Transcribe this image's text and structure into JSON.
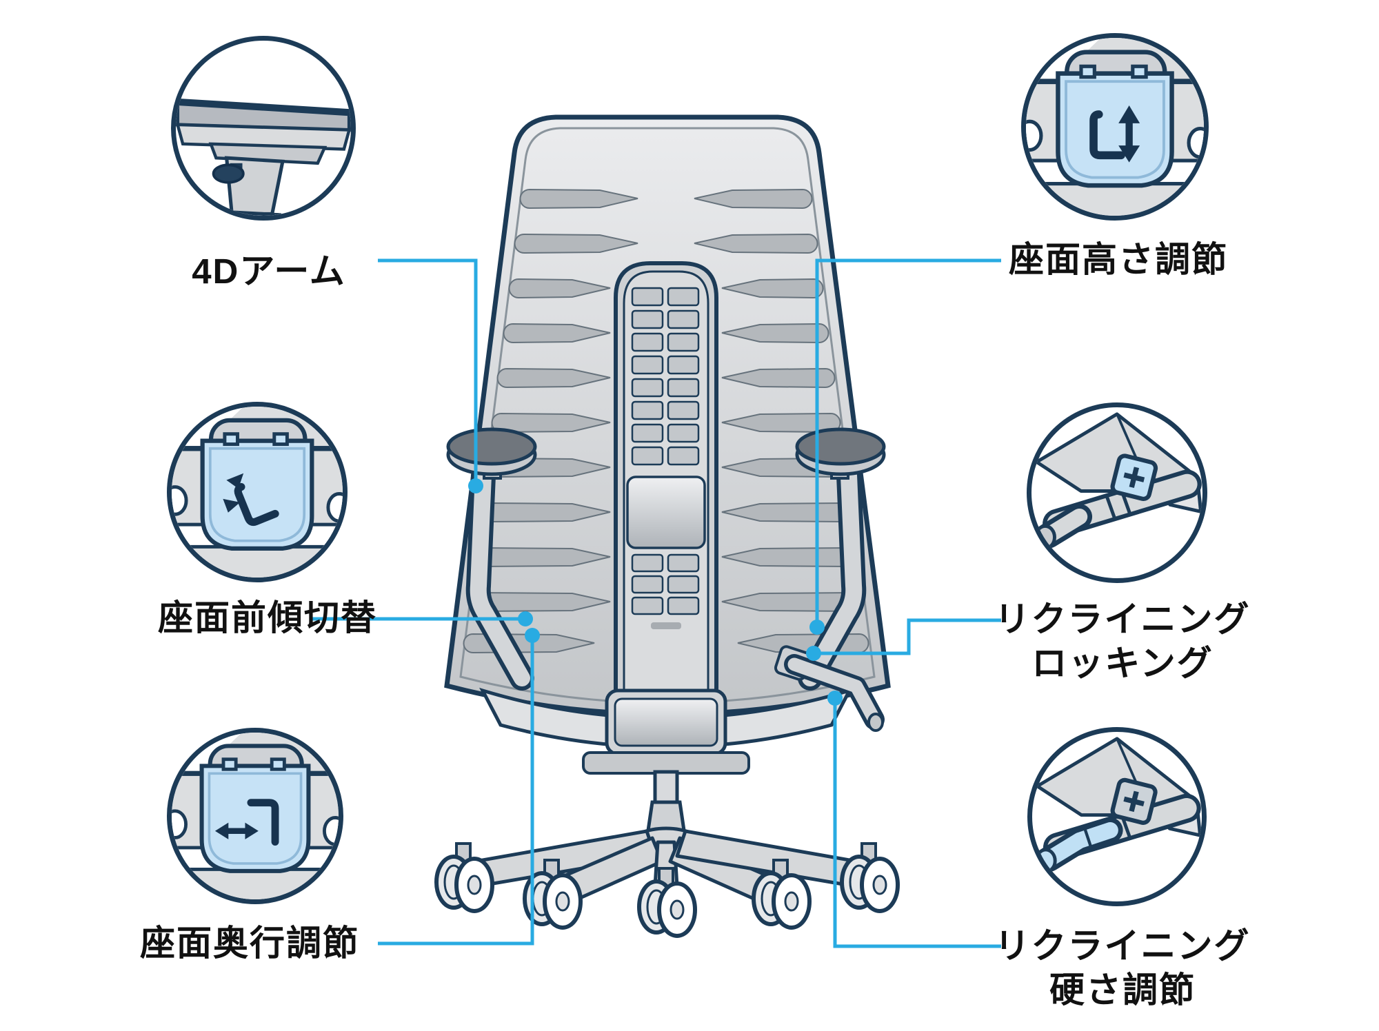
{
  "diagram": {
    "background": "#ffffff",
    "colors": {
      "outline": "#1c3b57",
      "connector": "#29abe2",
      "chair_body": "#d5d7da",
      "chair_body_dark": "#b4b8bc",
      "accent_lever_blue": "#c6e2f6",
      "label_text": "#111111"
    },
    "callouts": [
      {
        "id": "arm-4d",
        "position": "top-left",
        "icon": "armrest-4d-detail-icon",
        "label_lines": [
          "4Dアーム"
        ]
      },
      {
        "id": "seat-height",
        "position": "top-right",
        "icon": "paddle-lever-height-icon",
        "label_lines": [
          "座面高さ調節"
        ]
      },
      {
        "id": "seat-forward-tilt",
        "position": "middle-left",
        "icon": "paddle-lever-tilt-icon",
        "label_lines": [
          "座面前傾切替"
        ]
      },
      {
        "id": "recline-rocking",
        "position": "middle-right",
        "icon": "crank-recline-lock-icon",
        "label_lines": [
          "リクライニング",
          "ロッキング"
        ]
      },
      {
        "id": "seat-depth",
        "position": "bottom-left",
        "icon": "paddle-lever-depth-icon",
        "label_lines": [
          "座面奥行調節"
        ]
      },
      {
        "id": "recline-tension",
        "position": "bottom-right",
        "icon": "crank-recline-tension-icon",
        "label_lines": [
          "リクライニング",
          "硬さ調節"
        ]
      }
    ]
  }
}
